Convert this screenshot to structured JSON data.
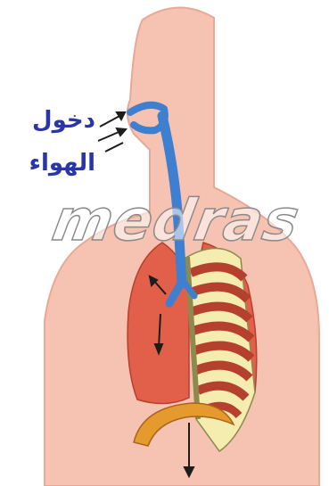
{
  "labels": {
    "air_entry_line1": "دخول",
    "air_entry_line2": "الهواء"
  },
  "watermark": {
    "text": "medras"
  },
  "colors": {
    "skin": "#f6c2b2",
    "skin_outline": "#e9a896",
    "airway": "#3f7fd0",
    "lung": "#e2604a",
    "ribcage": "#f5ecb0",
    "diaphragm": "#e49a2c",
    "arrow": "#1d1d1d",
    "label_text": "#2a35a8"
  },
  "icons": [
    "air-inflow-arrow-icon",
    "air-direction-arrow-icon",
    "diaphragm-down-arrow-icon"
  ]
}
